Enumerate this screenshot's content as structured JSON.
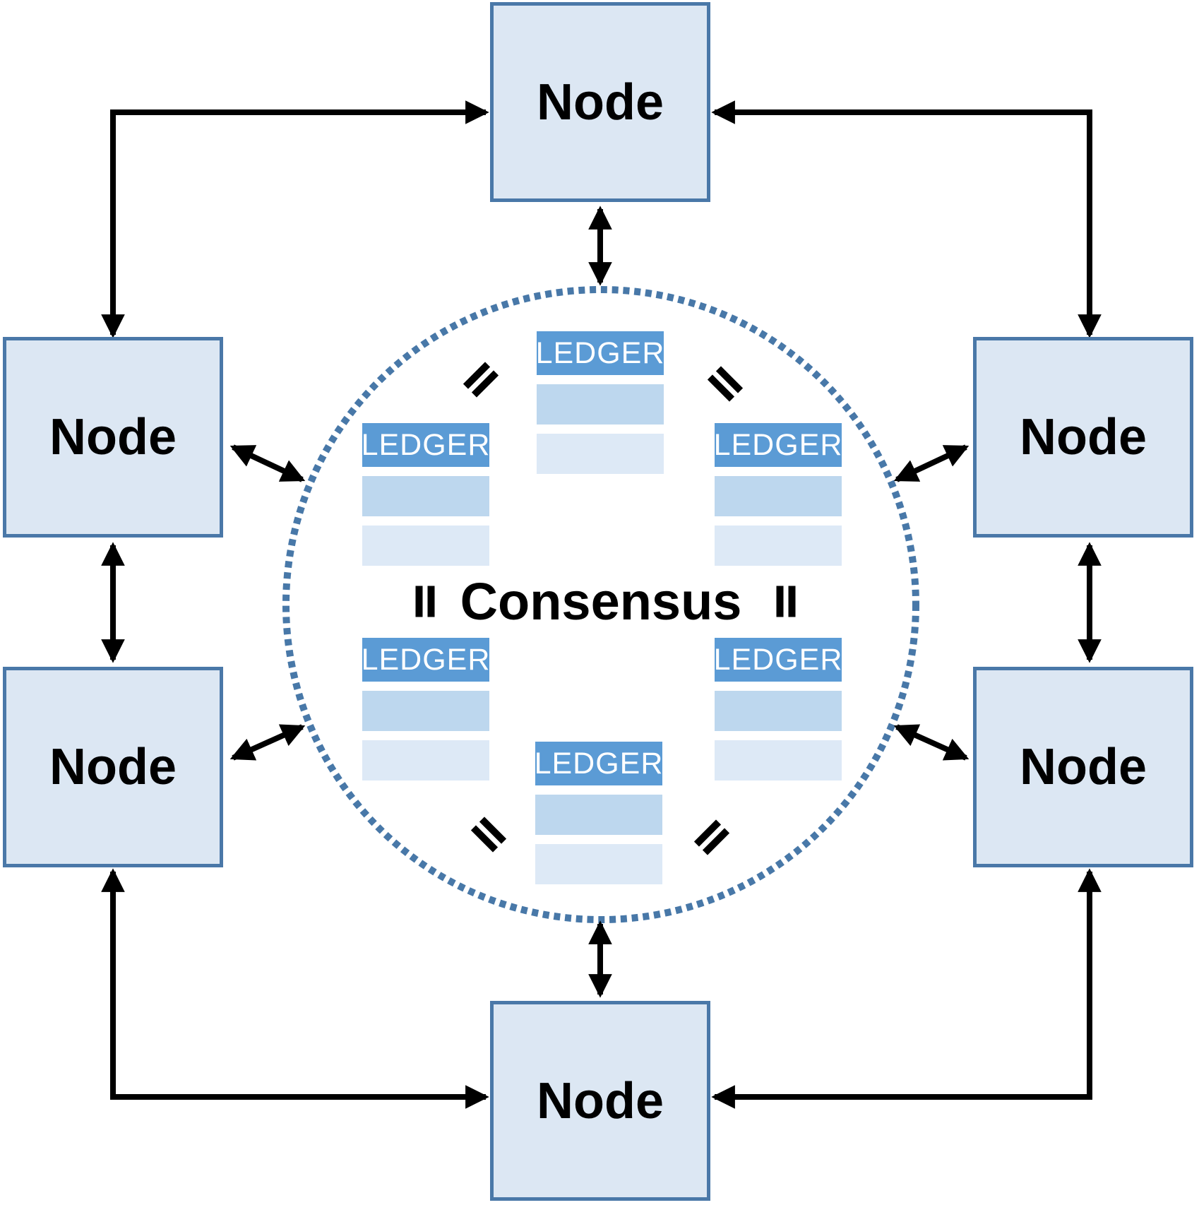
{
  "diagram": {
    "description": "Peer-to-peer blockchain network: six nodes exchange messages around a dotted consensus circle in which every node's ledger copy is equal",
    "center_label": "Consensus",
    "nodes": [
      {
        "id": "top",
        "label": "Node"
      },
      {
        "id": "upper-left",
        "label": "Node"
      },
      {
        "id": "upper-right",
        "label": "Node"
      },
      {
        "id": "lower-left",
        "label": "Node"
      },
      {
        "id": "lower-right",
        "label": "Node"
      },
      {
        "id": "bottom",
        "label": "Node"
      }
    ],
    "ledgers": [
      {
        "id": "top",
        "label": "LEDGER",
        "rows": 2
      },
      {
        "id": "mid-left",
        "label": "LEDGER",
        "rows": 2
      },
      {
        "id": "mid-right",
        "label": "LEDGER",
        "rows": 2
      },
      {
        "id": "low-left",
        "label": "LEDGER",
        "rows": 2
      },
      {
        "id": "low-right",
        "label": "LEDGER",
        "rows": 2
      },
      {
        "id": "bottom",
        "label": "LEDGER",
        "rows": 2
      }
    ],
    "icons": {
      "equals-icon": "two parallel black bars (=) shown between neighboring ledgers, rotated -45/45/90 degrees",
      "arrow-icon": "black connector arrows with triangular heads, most double-headed",
      "dotted-circle-icon": "circle outlined with small square blue dots enclosing the ledgers"
    },
    "colors": {
      "background": "#ffffff",
      "node_fill": "#dce7f3",
      "node_border": "#4a78a8",
      "node_text": "#000000",
      "ledger_header_fill": "#5b9bd5",
      "ledger_text": "#ffffff",
      "ledger_row1_fill": "#bdd7ee",
      "ledger_row2_fill": "#dde9f6",
      "circle_dots": "#4878a8",
      "arrow": "#000000",
      "consensus_text": "#000000"
    }
  }
}
